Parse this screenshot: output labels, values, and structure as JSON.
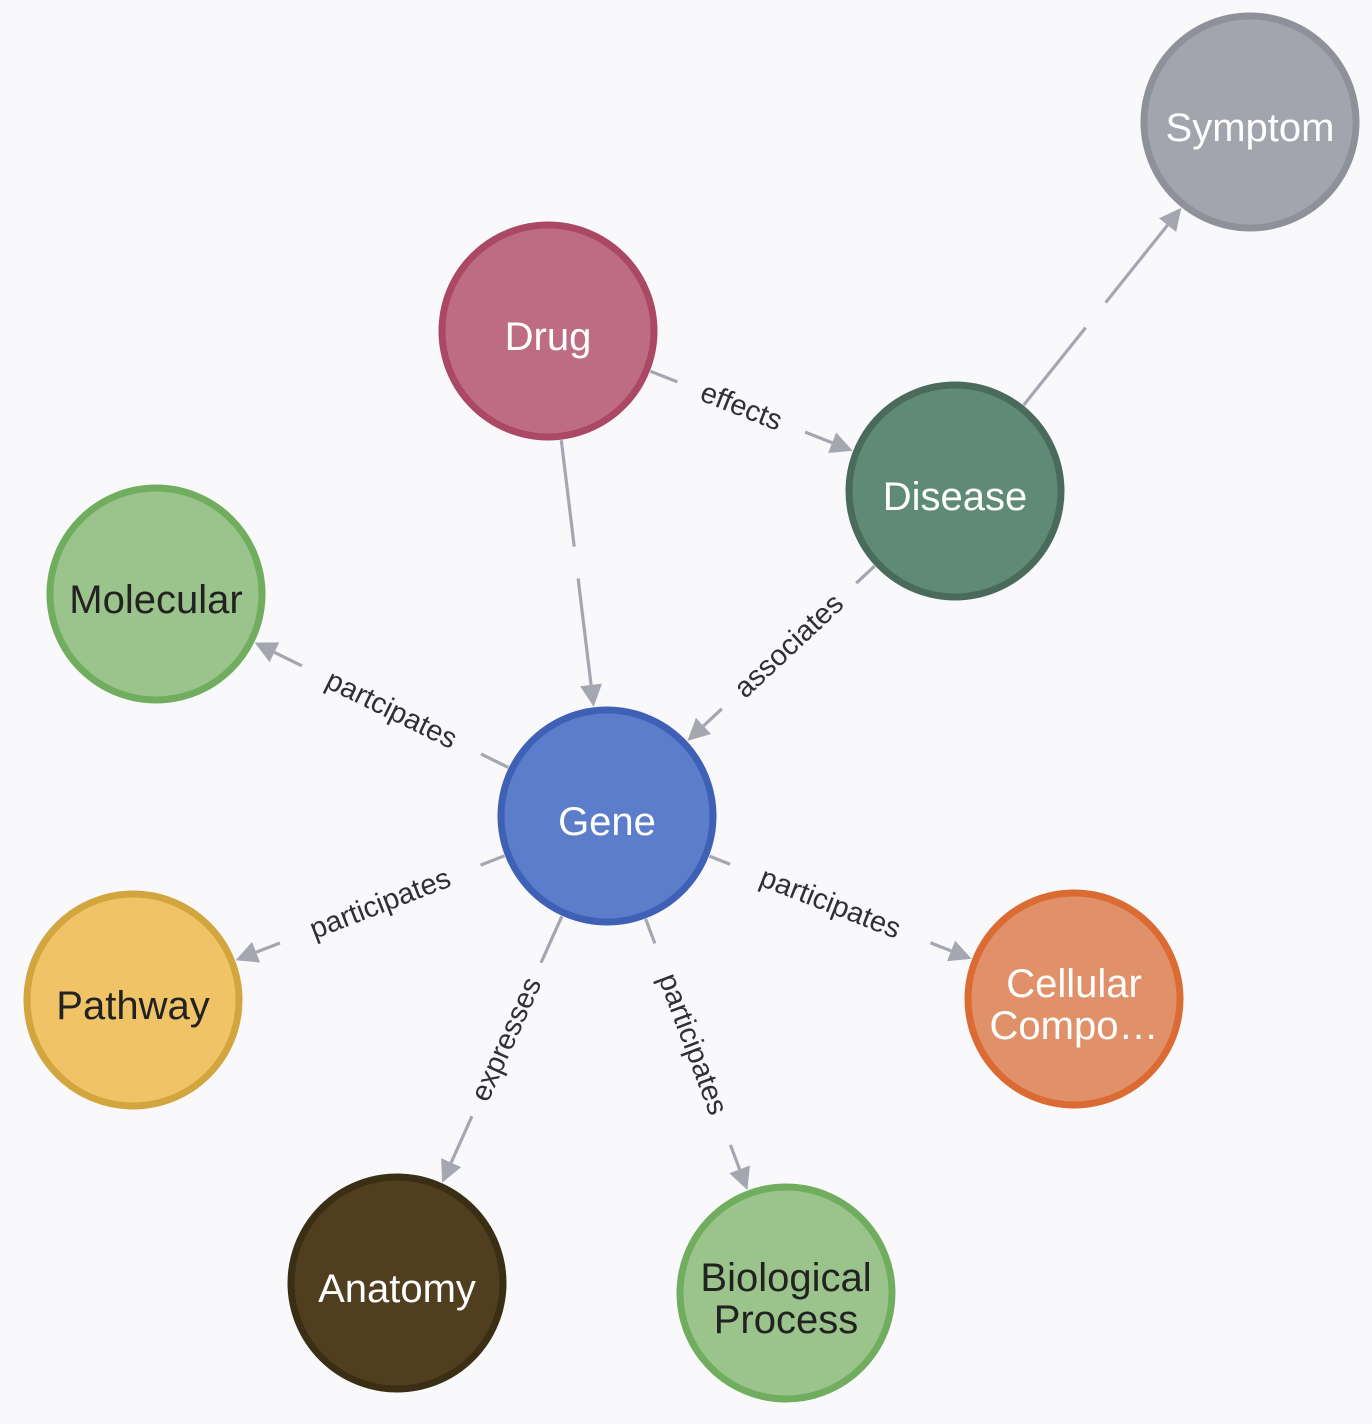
{
  "nodes": [
    {
      "id": "symptom",
      "lines": [
        "Symptom"
      ],
      "fill": "#a3a5ae",
      "stroke": "#8e909a",
      "text": "#ffffff"
    },
    {
      "id": "drug",
      "lines": [
        "Drug"
      ],
      "fill": "#be6c84",
      "stroke": "#aa4865",
      "text": "#ffffff"
    },
    {
      "id": "disease",
      "lines": [
        "Disease"
      ],
      "fill": "#5f8a76",
      "stroke": "#4a6b5c",
      "text": "#ffffff"
    },
    {
      "id": "molecular",
      "lines": [
        "Molecular"
      ],
      "fill": "#9ac48b",
      "stroke": "#70ad5f",
      "text": "#222222"
    },
    {
      "id": "gene",
      "lines": [
        "Gene"
      ],
      "fill": "#5b7dca",
      "stroke": "#3f61b5",
      "text": "#ffffff"
    },
    {
      "id": "pathway",
      "lines": [
        "Pathway"
      ],
      "fill": "#f0c466",
      "stroke": "#d2a53e",
      "text": "#222222"
    },
    {
      "id": "cellular",
      "lines": [
        "Cellular",
        "Compo…"
      ],
      "fill": "#e0916a",
      "stroke": "#db6b33",
      "text": "#ffffff"
    },
    {
      "id": "anatomy",
      "lines": [
        "Anatomy"
      ],
      "fill": "#4f3f1f",
      "stroke": "#3a2e14",
      "text": "#ffffff"
    },
    {
      "id": "biological",
      "lines": [
        "Biological",
        "Process"
      ],
      "fill": "#9ac48b",
      "stroke": "#70ad5f",
      "text": "#222222"
    }
  ],
  "edges": [
    {
      "source": "disease",
      "target": "symptom",
      "label": ""
    },
    {
      "source": "drug",
      "target": "disease",
      "label": "effects"
    },
    {
      "source": "drug",
      "target": "gene",
      "label": ""
    },
    {
      "source": "disease",
      "target": "gene",
      "label": "associates"
    },
    {
      "source": "gene",
      "target": "molecular",
      "label": "partcipates"
    },
    {
      "source": "gene",
      "target": "pathway",
      "label": "participates"
    },
    {
      "source": "gene",
      "target": "cellular",
      "label": "participates"
    },
    {
      "source": "gene",
      "target": "anatomy",
      "label": "expresses"
    },
    {
      "source": "gene",
      "target": "biological",
      "label": "participates"
    }
  ],
  "colors": {
    "background": "#f9f9fc",
    "edge": "#a4a7b0",
    "edge_label": "#2f2f38"
  }
}
